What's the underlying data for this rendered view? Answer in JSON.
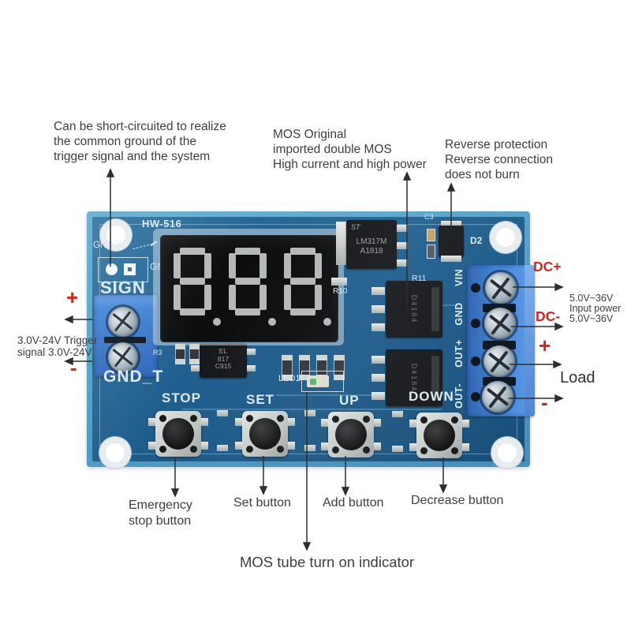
{
  "colors": {
    "accent_red": "#d4261b",
    "annotation_text": "#3e3e40",
    "pcb_body_blue": "#1f5e8e",
    "pcb_edge_blue": "#4f9cc4",
    "terminal_block_blue": "#3f82d6",
    "silkscreen_white": "#dde9f1",
    "display_segment_gray": "#b4b8b9"
  },
  "annotations": {
    "short_circuit": [
      "Can be short-circuited to realize",
      "the common ground of the",
      "trigger signal and the system"
    ],
    "mos": [
      "MOS Original",
      "imported double MOS",
      "High current and high power"
    ],
    "reverse": [
      "Reverse protection",
      "Reverse connection",
      "does not burn"
    ],
    "trigger": {
      "plus": "+",
      "minus": "-",
      "lines": [
        "3.0V-24V Trigger",
        "signal 3.0V-24V"
      ]
    },
    "power": {
      "dc_plus": "DC+",
      "dc_minus": "DC-",
      "lines": [
        "5.0V~36V",
        "Input power",
        "5.0V~36V"
      ]
    },
    "load": {
      "plus": "+",
      "minus": "-",
      "label": "Load"
    },
    "buttons": {
      "stop": [
        "Emergency",
        "stop button"
      ],
      "set": "Set button",
      "add": "Add button",
      "decrease": "Decrease button"
    },
    "indicator": "MOS tube turn on indicator"
  },
  "board": {
    "model": "HW-516",
    "jumper": {
      "label": "GND  T",
      "pad_label": "GND"
    },
    "sign_label": "SIGN",
    "gnd_t_label": "GND_T",
    "button_labels": {
      "stop": "STOP",
      "set": "SET",
      "up": "UP",
      "down": "DOWN"
    },
    "led_label": "LED1",
    "terminal_labels": [
      "VIN",
      "GND",
      "OUT+",
      "OUT-"
    ],
    "display_value": "888",
    "components": {
      "regulator_logo": "ST",
      "regulator_lines": [
        "LM317M",
        "A1818"
      ],
      "diode": "D2",
      "cap": "C3",
      "r11": "R11",
      "r10": "R10",
      "r3": "R3",
      "opto_lines": [
        "EL",
        "817",
        "C915"
      ],
      "mosfet": "D4184"
    }
  }
}
